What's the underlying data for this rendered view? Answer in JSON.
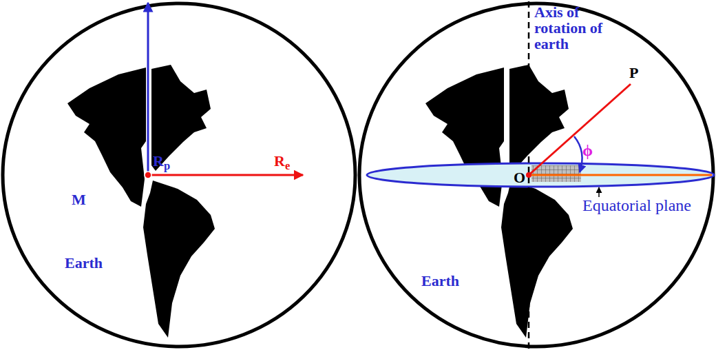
{
  "diagram": {
    "labels": [
      "Rp",
      "Re",
      "M",
      "Earth",
      "Axis of rotation of earth",
      "P",
      "ϕ",
      "O",
      "Equatorial plane",
      "Earth"
    ]
  }
}
